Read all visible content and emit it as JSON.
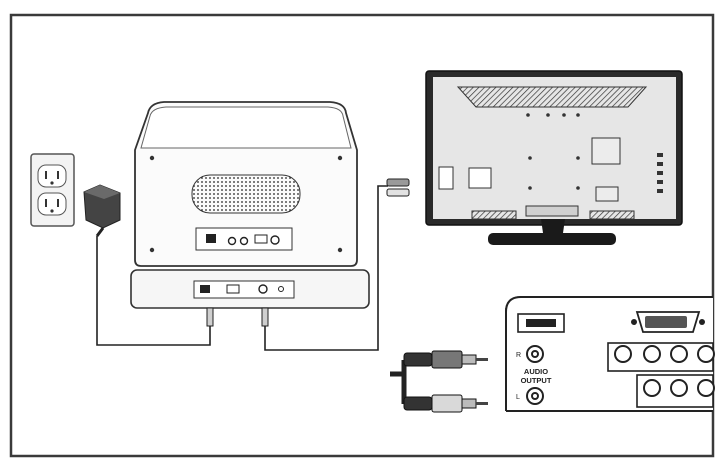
{
  "diagram": {
    "tv_panel": {
      "audio_output_label": [
        "AUDIO",
        "OUTPUT"
      ],
      "right_channel_letter": "R",
      "left_channel_letter": "L"
    },
    "colors": {
      "ink": "#1a1a1a",
      "outline": "#333333",
      "tv_body": "#e3e3e3",
      "tv_bezel": "#2a2a2a",
      "cable_red_plug": "#8a8a8a",
      "cable_white_plug": "#d8d8d8"
    }
  }
}
